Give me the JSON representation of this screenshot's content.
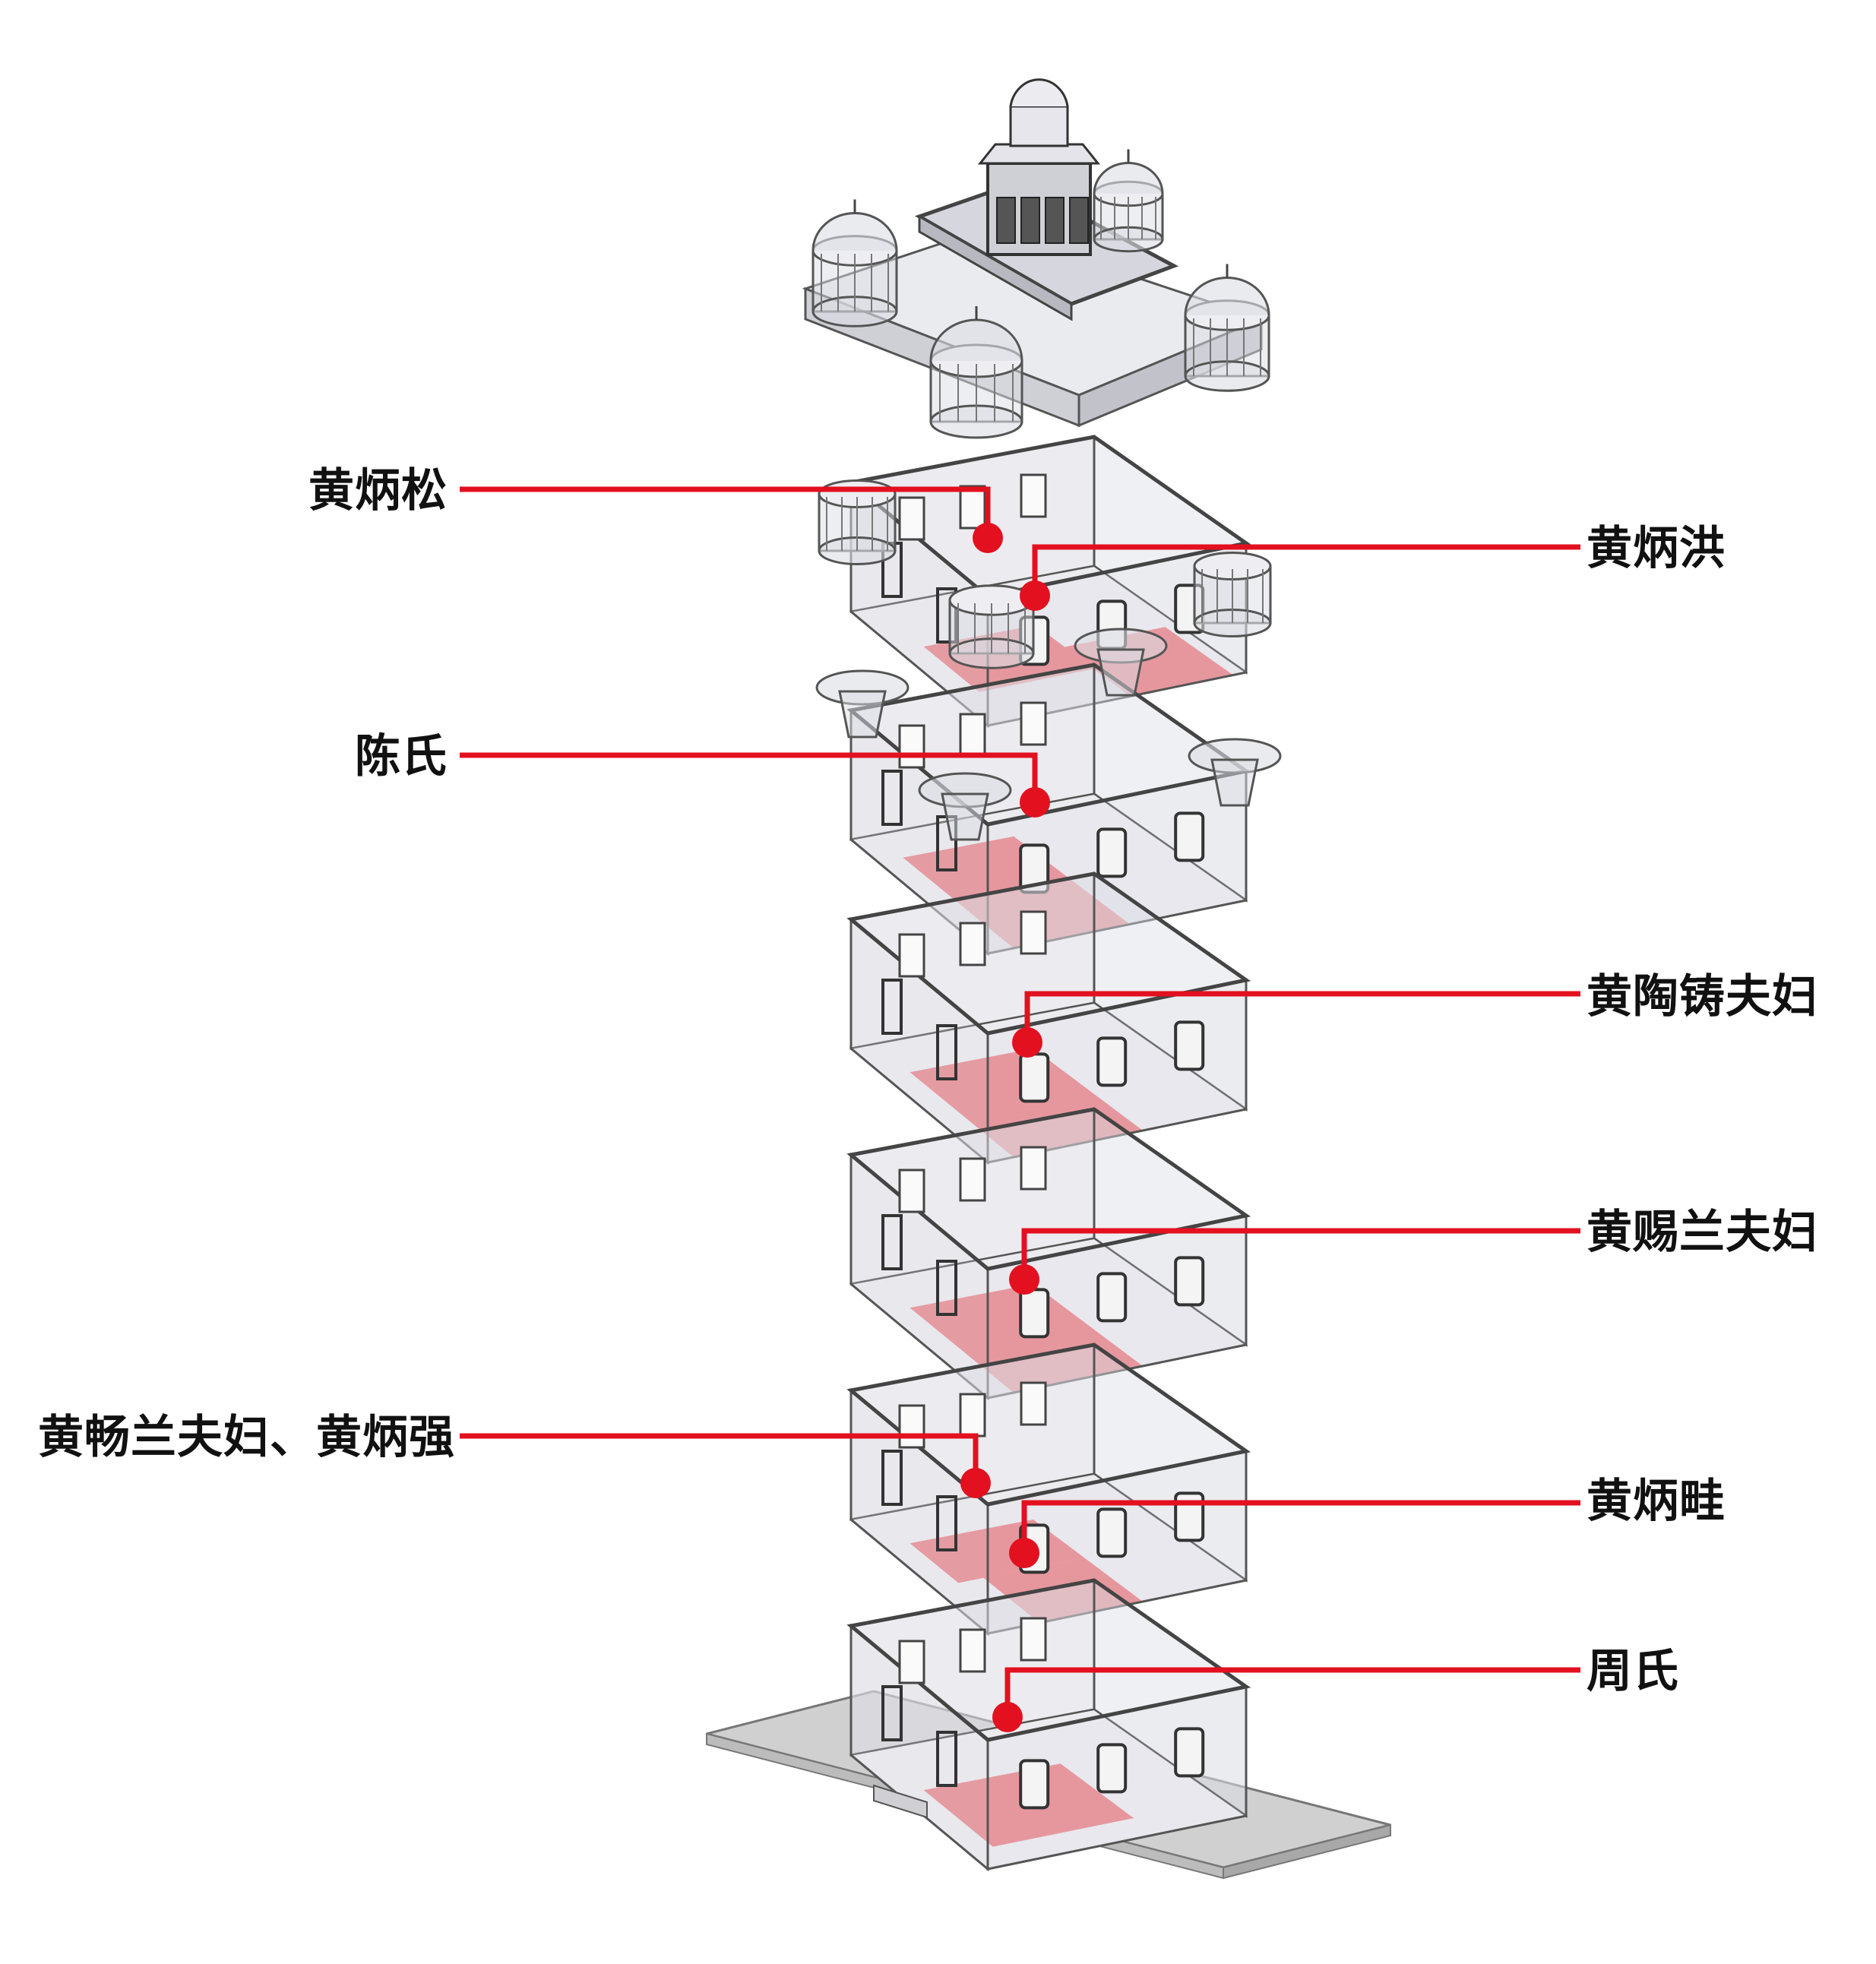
{
  "colors": {
    "accent": "#e3101f",
    "highlight": "#e8333c",
    "line": "#555555",
    "glass": "#dcdde4",
    "ground": "#c8c8c8"
  },
  "floors": {
    "roof": "roof",
    "f6": "f6",
    "f5": "f5",
    "f4": "f4",
    "f3": "f3",
    "f2": "f2",
    "f1": "f1"
  },
  "labels": {
    "huang_bingsong": "黄炳松",
    "huang_binghong": "黄炳洪",
    "chen_shi": "陈氏",
    "huang_taozhu_couple": "黄陶铸夫妇",
    "huang_cilan_couple": "黄赐兰夫妇",
    "huang_changlan_bingqiang": "黄畅兰夫妇、黄炳强",
    "huang_binggui": "黄炳畦",
    "zhou_shi": "周氏"
  }
}
